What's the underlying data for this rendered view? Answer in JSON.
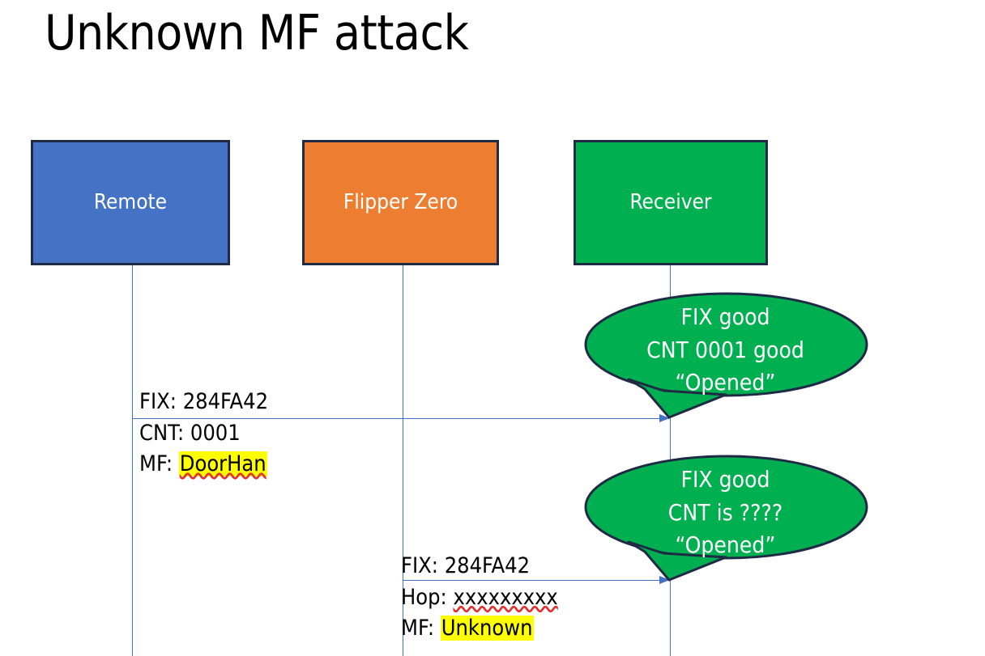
{
  "slide": {
    "title": "Unknown MF attack",
    "background_color": "#FFFFFF"
  },
  "colors": {
    "remote_box": "#4472C4",
    "flipper_box": "#ED7D31",
    "receiver_box": "#00AF50",
    "box_border": "#1F2A44",
    "lifeline": "#4472C4",
    "arrow": "#4472C4",
    "callout_fill": "#00AF50",
    "callout_border": "#1F2A44",
    "highlight": "#FFFF00",
    "text": "#000000",
    "box_text": "#FFFFFF"
  },
  "actors": [
    {
      "id": "remote",
      "label": "Remote"
    },
    {
      "id": "flipper",
      "label": "Flipper Zero"
    },
    {
      "id": "receiver",
      "label": "Receiver"
    }
  ],
  "messages": [
    {
      "id": "msg-1",
      "from": "remote",
      "to": "receiver",
      "lines": [
        {
          "label": "FIX:",
          "value": "284FA42",
          "highlight": false,
          "spellcheck_error": false
        },
        {
          "label": "CNT:",
          "value": "0001",
          "highlight": false,
          "spellcheck_error": false
        },
        {
          "label": "MF:",
          "value": "DoorHan",
          "highlight": true,
          "spellcheck_error": true
        }
      ]
    },
    {
      "id": "msg-2",
      "from": "flipper",
      "to": "receiver",
      "lines": [
        {
          "label": "FIX:",
          "value": "284FA42",
          "highlight": false,
          "spellcheck_error": false
        },
        {
          "label": "Hop:",
          "value": "xxxxxxxxx",
          "highlight": false,
          "spellcheck_error": true
        },
        {
          "label": "MF:",
          "value": "Unknown",
          "highlight": true,
          "spellcheck_error": false
        }
      ]
    }
  ],
  "callouts": [
    {
      "id": "callout-1",
      "owner": "receiver",
      "lines": [
        "FIX good",
        "CNT 0001 good",
        "“Opened”"
      ]
    },
    {
      "id": "callout-2",
      "owner": "receiver",
      "lines": [
        "FIX good",
        "CNT is ????",
        "“Opened”"
      ]
    }
  ]
}
